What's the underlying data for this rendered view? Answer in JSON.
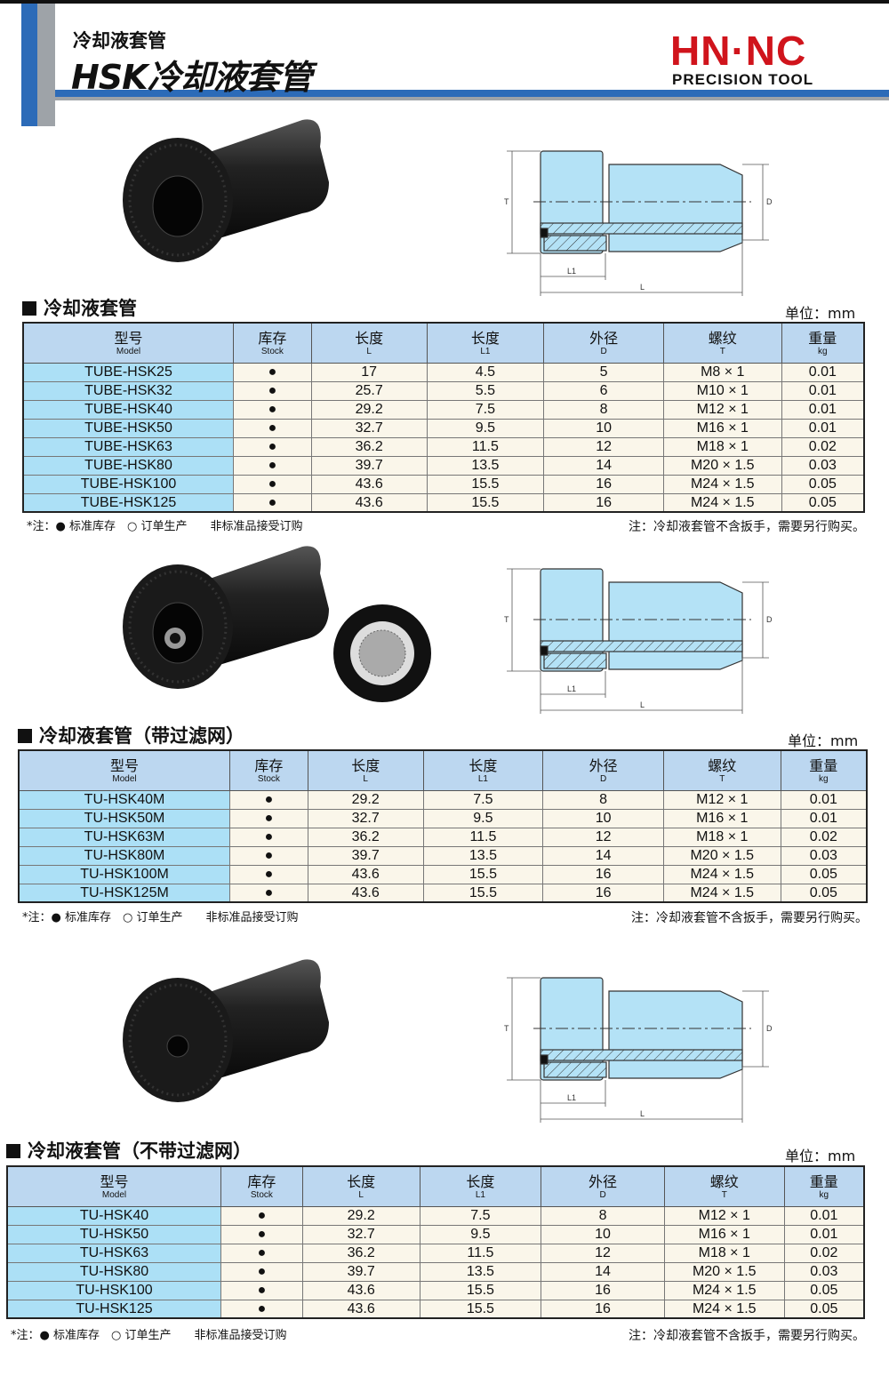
{
  "header": {
    "subtitle": "冷却液套管",
    "title": "HSK冷却液套管",
    "logo": "HN·NC",
    "logo_sub": "PRECISION TOOL"
  },
  "colors": {
    "accent": "#2c6bb8",
    "logo": "#d0141c",
    "table_header": "#bcd7f0",
    "model_cell": "#ace0f6",
    "cell": "#faf6ea",
    "part": "#b4e2f6"
  },
  "diagram_labels": {
    "T": "T",
    "D": "D",
    "L1": "L1",
    "L": "L"
  },
  "columns": [
    {
      "cn": "型号",
      "en": "Model"
    },
    {
      "cn": "库存",
      "en": "Stock"
    },
    {
      "cn": "长度",
      "en": "L"
    },
    {
      "cn": "长度",
      "en": "L1"
    },
    {
      "cn": "外径",
      "en": "D"
    },
    {
      "cn": "螺纹",
      "en": "T"
    },
    {
      "cn": "重量",
      "en": "kg"
    }
  ],
  "unit": "单位：mm",
  "note_left": "*注：● 标准库存　○ 订单生产　　非标准品接受订购",
  "note_right": "注：冷却液套管不含扳手，需要另行购买。",
  "sections": [
    {
      "title": "冷却液套管",
      "rows": [
        [
          "TUBE-HSK25",
          "●",
          "17",
          "4.5",
          "5",
          "M8 × 1",
          "0.01"
        ],
        [
          "TUBE-HSK32",
          "●",
          "25.7",
          "5.5",
          "6",
          "M10 × 1",
          "0.01"
        ],
        [
          "TUBE-HSK40",
          "●",
          "29.2",
          "7.5",
          "8",
          "M12 × 1",
          "0.01"
        ],
        [
          "TUBE-HSK50",
          "●",
          "32.7",
          "9.5",
          "10",
          "M16 × 1",
          "0.01"
        ],
        [
          "TUBE-HSK63",
          "●",
          "36.2",
          "11.5",
          "12",
          "M18 × 1",
          "0.02"
        ],
        [
          "TUBE-HSK80",
          "●",
          "39.7",
          "13.5",
          "14",
          "M20 × 1.5",
          "0.03"
        ],
        [
          "TUBE-HSK100",
          "●",
          "43.6",
          "15.5",
          "16",
          "M24 × 1.5",
          "0.05"
        ],
        [
          "TUBE-HSK125",
          "●",
          "43.6",
          "15.5",
          "16",
          "M24 × 1.5",
          "0.05"
        ]
      ]
    },
    {
      "title": "冷却液套管（带过滤网）",
      "rows": [
        [
          "TU-HSK40M",
          "●",
          "29.2",
          "7.5",
          "8",
          "M12 × 1",
          "0.01"
        ],
        [
          "TU-HSK50M",
          "●",
          "32.7",
          "9.5",
          "10",
          "M16 × 1",
          "0.01"
        ],
        [
          "TU-HSK63M",
          "●",
          "36.2",
          "11.5",
          "12",
          "M18 × 1",
          "0.02"
        ],
        [
          "TU-HSK80M",
          "●",
          "39.7",
          "13.5",
          "14",
          "M20 × 1.5",
          "0.03"
        ],
        [
          "TU-HSK100M",
          "●",
          "43.6",
          "15.5",
          "16",
          "M24 × 1.5",
          "0.05"
        ],
        [
          "TU-HSK125M",
          "●",
          "43.6",
          "15.5",
          "16",
          "M24 × 1.5",
          "0.05"
        ]
      ]
    },
    {
      "title": "冷却液套管（不带过滤网）",
      "rows": [
        [
          "TU-HSK40",
          "●",
          "29.2",
          "7.5",
          "8",
          "M12 × 1",
          "0.01"
        ],
        [
          "TU-HSK50",
          "●",
          "32.7",
          "9.5",
          "10",
          "M16 × 1",
          "0.01"
        ],
        [
          "TU-HSK63",
          "●",
          "36.2",
          "11.5",
          "12",
          "M18 × 1",
          "0.02"
        ],
        [
          "TU-HSK80",
          "●",
          "39.7",
          "13.5",
          "14",
          "M20 × 1.5",
          "0.03"
        ],
        [
          "TU-HSK100",
          "●",
          "43.6",
          "15.5",
          "16",
          "M24 × 1.5",
          "0.05"
        ],
        [
          "TU-HSK125",
          "●",
          "43.6",
          "15.5",
          "16",
          "M24 × 1.5",
          "0.05"
        ]
      ]
    }
  ]
}
